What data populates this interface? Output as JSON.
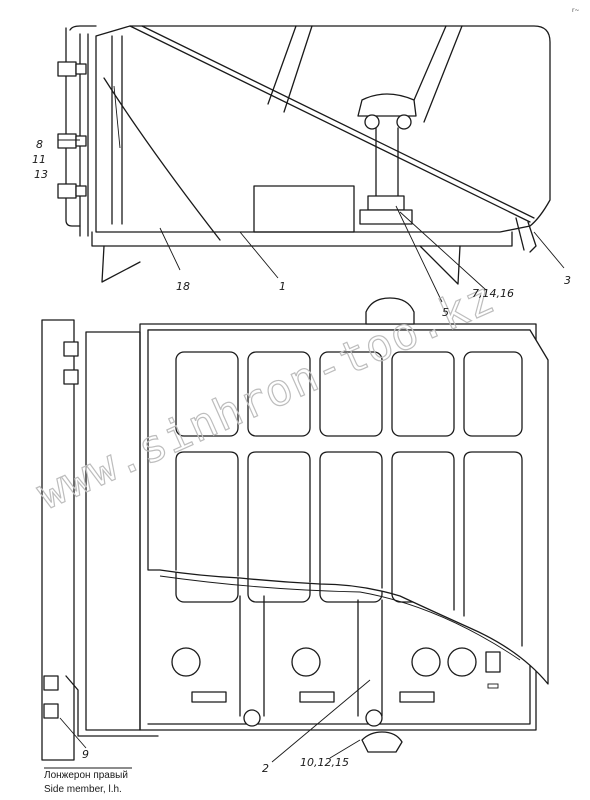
{
  "callouts": {
    "c1": "8",
    "c2": "11",
    "c3": "13",
    "c4": "18",
    "c5": "1",
    "c6": "5",
    "c7": "7,14,16",
    "c8": "3",
    "c9": "9",
    "c10": "2",
    "c11": "10,12,15"
  },
  "caption": {
    "ru": "Лонжерон правый",
    "en": "Side member, l.h."
  },
  "watermark": "www.sinhron-too.kz",
  "corner_mark": "r~"
}
